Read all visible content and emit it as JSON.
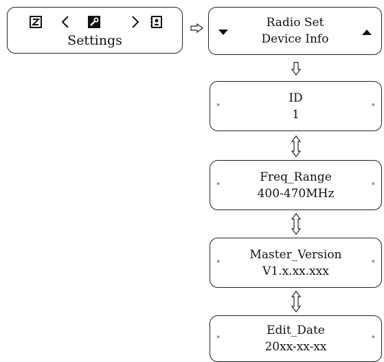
{
  "settings": {
    "label": "Settings",
    "icons": [
      "z-key-icon",
      "chevron-left-icon",
      "wrench-icon",
      "chevron-right-icon",
      "contacts-icon"
    ]
  },
  "radio_set": {
    "line1": "Radio Set",
    "line2": "Device Info",
    "left_icon": "triangle-down-icon",
    "right_icon": "triangle-up-icon"
  },
  "flow": [
    {
      "title": "ID",
      "value": "1",
      "marker": "*"
    },
    {
      "title": "Freq_Range",
      "value": "400-470MHz",
      "marker": "*"
    },
    {
      "title": "Master_Version",
      "value": "V1.x.xx.xxx",
      "marker": "*"
    },
    {
      "title": "Edit_Date",
      "value": "20xx-xx-xx",
      "marker": "*"
    }
  ],
  "arrows": {
    "right": "right-hollow-arrow-icon",
    "down": "down-hollow-arrow-icon",
    "updown": "up-down-hollow-arrow-icon"
  }
}
